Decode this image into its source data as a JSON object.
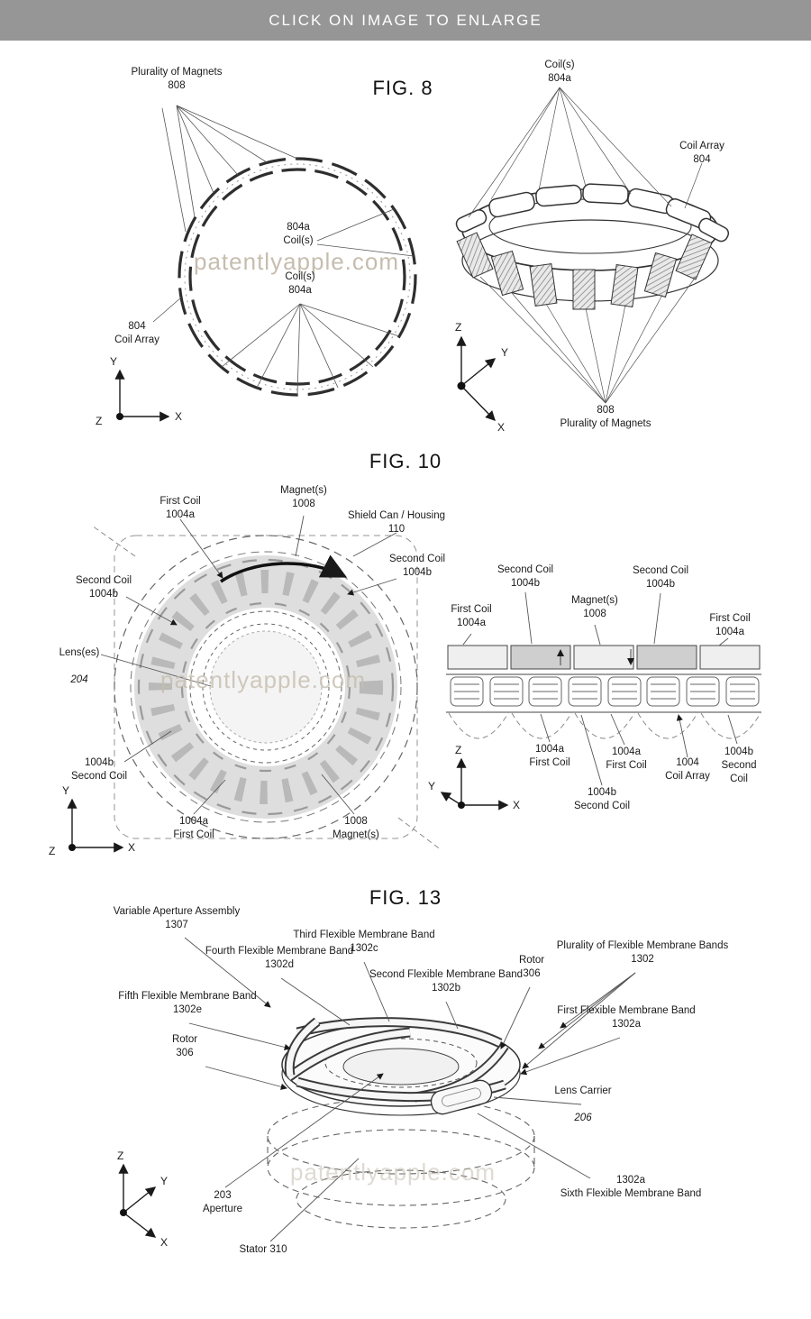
{
  "banner": {
    "text": "CLICK ON IMAGE TO ENLARGE"
  },
  "watermark": {
    "text": "patentlyapple.com"
  },
  "colors": {
    "banner_bg": "#969696",
    "ink": "#1a1a1a",
    "watermark": "#c6bdae"
  },
  "axes": {
    "x": "X",
    "y": "Y",
    "z": "Z"
  },
  "fig8": {
    "title": "FIG. 8",
    "labels": {
      "plurality_magnets_top": "Plurality of Magnets\n808",
      "coils_top_right": "Coil(s)\n804a",
      "coil_array_right": "Coil Array\n804",
      "coils_center_1": "804a\nCoil(s)",
      "coils_center_2": "Coil(s)\n804a",
      "coil_array_left": "804\nCoil Array",
      "plurality_magnets_bottom": "808\nPlurality of Magnets"
    }
  },
  "fig10": {
    "title": "FIG. 10",
    "labels": {
      "first_coil_top": "First Coil\n1004a",
      "magnets_top": "Magnet(s)\n1008",
      "shield_can": "Shield Can / Housing\n110",
      "second_coil_left": "Second Coil\n1004b",
      "second_coil_right": "Second Coil\n1004b",
      "lenses_name": "Lens(es)",
      "lenses_num": "204",
      "second_coil_bottom_left": "1004b\nSecond Coil",
      "first_coil_bottom": "1004a\nFirst Coil",
      "magnets_bottom": "1008\nMagnet(s)",
      "cs_first_coil_left": "First Coil\n1004a",
      "cs_second_coil_left": "Second Coil\n1004b",
      "cs_magnets": "Magnet(s)\n1008",
      "cs_second_coil_right": "Second Coil\n1004b",
      "cs_first_coil_right": "First Coil\n1004a",
      "cs_first_coil_bottom_1": "1004a\nFirst Coil",
      "cs_first_coil_bottom_2": "1004a\nFirst Coil",
      "cs_second_coil_bottom": "1004b\nSecond Coil",
      "cs_coil_array": "1004\nCoil Array",
      "cs_second_coil_bottom_right": "1004b\nSecond\nCoil"
    }
  },
  "fig13": {
    "title": "FIG. 13",
    "labels": {
      "variable_aperture": "Variable Aperture Assembly\n1307",
      "third_band": "Third Flexible Membrane Band\n1302c",
      "fourth_band": "Fourth Flexible Membrane Band\n1302d",
      "second_band": "Second Flexible Membrane Band\n1302b",
      "rotor_right": "Rotor\n306",
      "plurality_bands": "Plurality of Flexible Membrane Bands\n1302",
      "fifth_band": "Fifth Flexible Membrane Band\n1302e",
      "first_band": "First Flexible Membrane Band\n1302a",
      "rotor_left": "Rotor\n306",
      "lens_carrier_name": "Lens Carrier",
      "lens_carrier_num": "206",
      "aperture": "203\nAperture",
      "sixth_band": "1302a\nSixth Flexible Membrane Band",
      "stator": "Stator 310"
    }
  }
}
